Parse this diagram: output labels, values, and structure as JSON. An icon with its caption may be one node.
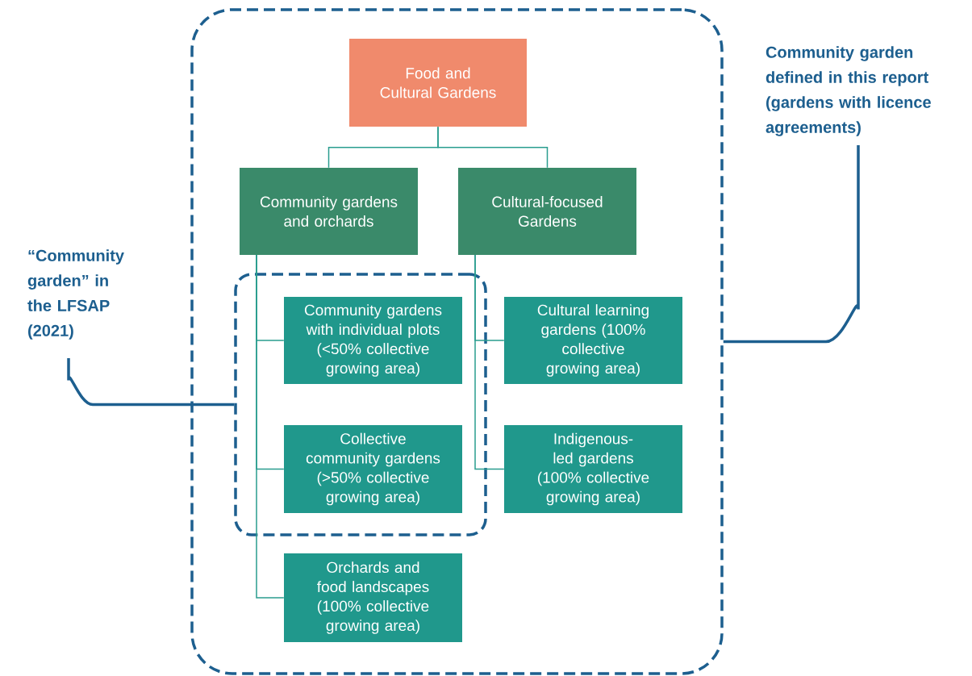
{
  "diagram": {
    "nodes": [
      {
        "text": [],
        "shape": "box"
      },
      {
        "text": [
          "Food and Cultural Gardens"
        ],
        "in": 0
      },
      {
        "text": [
          "Community gardens and orchards"
        ],
        "in": 0
      },
      {
        "text": [
          "Cultural-focused Gardens"
        ],
        "in": 0
      },
      {
        "text": [],
        "shape": "box",
        "in": 0
      },
      {
        "text": [
          "Community gardens with individual plots (<50% collective growing area)"
        ],
        "in": 4
      },
      {
        "text": [
          "Collective community gardens (>50% collective growing area)"
        ],
        "in": 4
      },
      {
        "text": [
          "Cultural learning gardens (100% collective growing area)"
        ],
        "in": 0
      },
      {
        "text": [
          "Indigenous-led gardens (100% collective growing area)"
        ],
        "in": 0
      },
      {
        "text": [
          "Orchards and food landscapes (100% collective growing area)"
        ],
        "in": 0
      },
      {
        "text": [
          "Community garden defined in this report (gardens with licence agreements)"
        ]
      },
      {
        "text": [
          "“Community garden” in the LFSAP (2021)"
        ]
      }
    ],
    "edges": [
      {
        "from": 1,
        "to": 2,
        "arrow": "none"
      },
      {
        "from": 1,
        "to": 3,
        "arrow": "none"
      },
      {
        "from": 2,
        "to": 5,
        "arrow": "none"
      },
      {
        "from": 2,
        "to": 6,
        "arrow": "none"
      },
      {
        "from": 2,
        "to": 9,
        "arrow": "none"
      },
      {
        "from": 3,
        "to": 7,
        "arrow": "none"
      },
      {
        "from": 3,
        "to": 8,
        "arrow": "none"
      },
      {
        "from": 10,
        "to": 0,
        "arrow": "none",
        "style": "thick",
        "color": "#1d5f8f"
      },
      {
        "from": 11,
        "to": 4,
        "arrow": "none",
        "style": "thick",
        "color": "#1d5f8f"
      }
    ]
  }
}
